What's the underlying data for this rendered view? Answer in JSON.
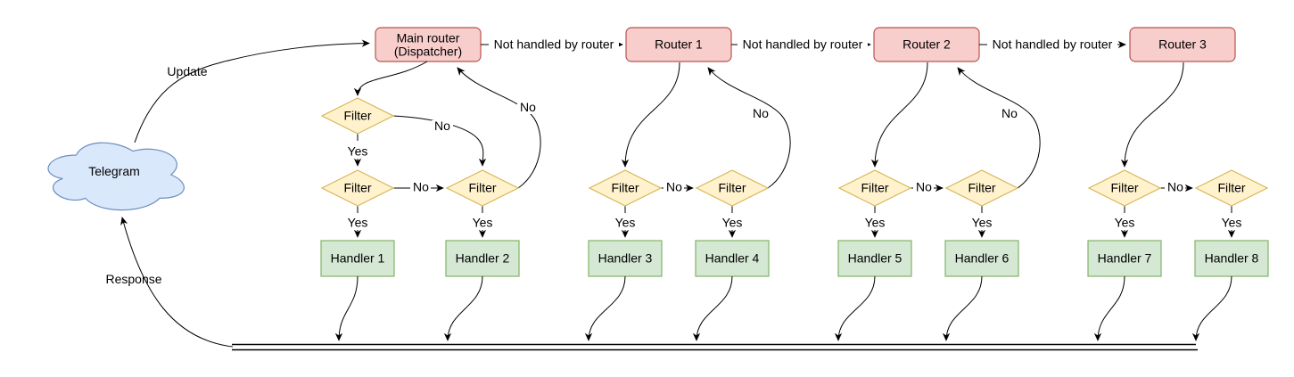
{
  "diagram": {
    "nodes": {
      "telegram": "Telegram",
      "main_router": {
        "line1": "Main router",
        "line2": "(Dispatcher)"
      },
      "router1": "Router 1",
      "router2": "Router 2",
      "router3": "Router 3",
      "filter": "Filter",
      "handlers": [
        "Handler 1",
        "Handler 2",
        "Handler 3",
        "Handler 4",
        "Handler 5",
        "Handler 6",
        "Handler 7",
        "Handler 8"
      ]
    },
    "edge_labels": {
      "update": "Update",
      "response": "Response",
      "not_handled": "Not handled by router",
      "yes": "Yes",
      "no": "No"
    },
    "colors": {
      "router_fill": "#f8cecc",
      "router_stroke": "#b85450",
      "filter_fill": "#fff2cc",
      "filter_stroke": "#d6b656",
      "handler_fill": "#d5e8d4",
      "handler_stroke": "#82b366",
      "cloud_fill": "#dae8fc",
      "cloud_stroke": "#6c8ebf",
      "edge": "#000000"
    }
  }
}
